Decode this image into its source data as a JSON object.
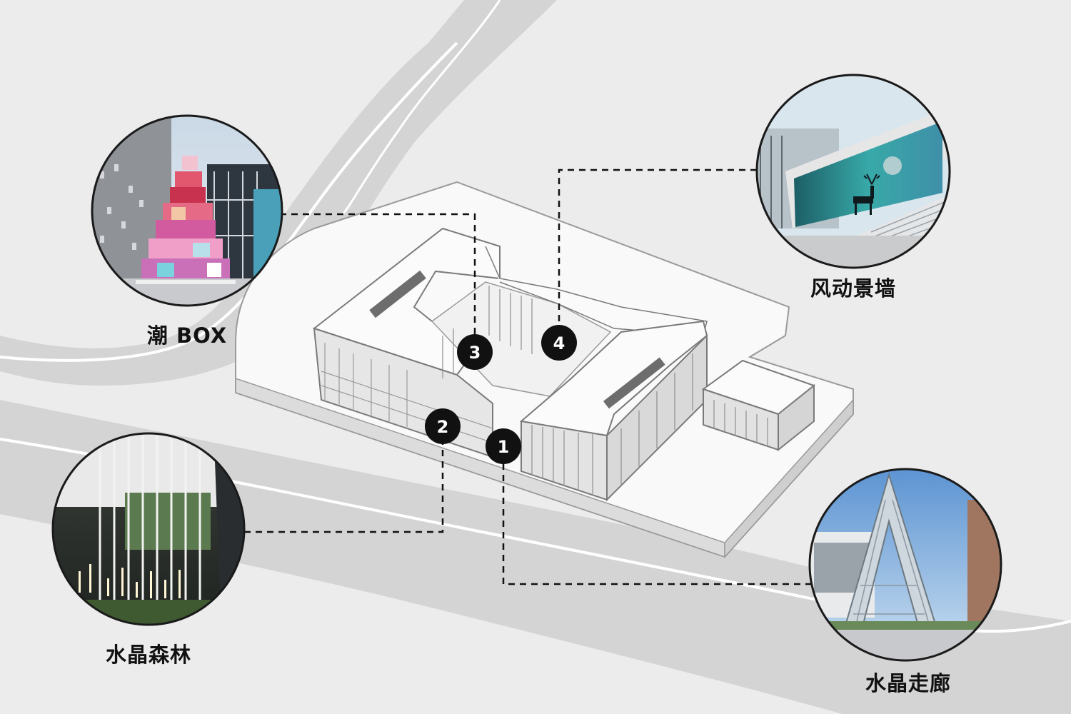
{
  "markers": [
    {
      "id": "1",
      "label": "1"
    },
    {
      "id": "2",
      "label": "2"
    },
    {
      "id": "3",
      "label": "3"
    },
    {
      "id": "4",
      "label": "4"
    }
  ],
  "features": [
    {
      "marker": "3",
      "name": "潮 BOX"
    },
    {
      "marker": "4",
      "name": "风动景墙"
    },
    {
      "marker": "2",
      "name": "水晶森林"
    },
    {
      "marker": "1",
      "name": "水晶走廊"
    }
  ],
  "colors": {
    "background": "#ececec",
    "road": "#d2d2d2",
    "road_edge": "#ffffff",
    "building": "#f7f7f7",
    "building_line": "#8a8a8a",
    "marker": "#111111",
    "circle_border": "#1a1a1a"
  }
}
